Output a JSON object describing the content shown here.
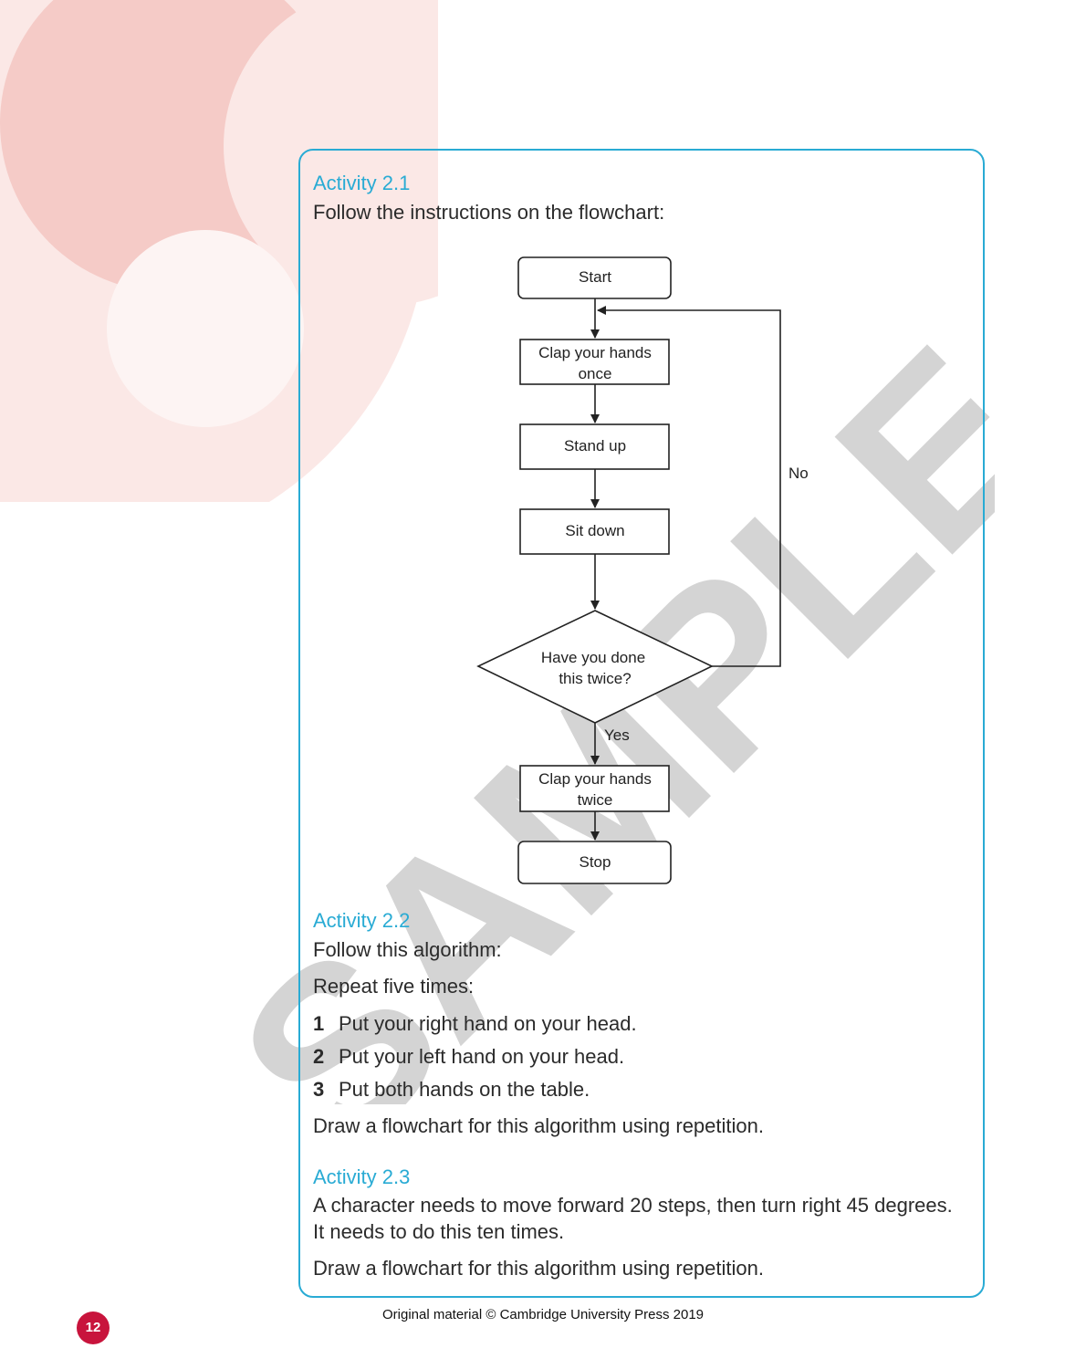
{
  "activities": [
    {
      "title": "Activity 2.1",
      "intro": "Follow the instructions on the flowchart:"
    },
    {
      "title": "Activity 2.2",
      "intro": "Follow this algorithm:",
      "repeat": "Repeat five times:",
      "steps": [
        {
          "num": "1",
          "text": "Put your right hand on your head."
        },
        {
          "num": "2",
          "text": "Put your left hand on your head."
        },
        {
          "num": "3",
          "text": "Put both hands on the table."
        }
      ],
      "task": "Draw a flowchart for this algorithm using repetition."
    },
    {
      "title": "Activity 2.3",
      "line1": "A character needs to move forward 20 steps, then turn right 45 degrees.",
      "line2": "It needs to do this ten times.",
      "task": "Draw a flowchart for this algorithm using repetition."
    }
  ],
  "flowchart": {
    "start": "Start",
    "clap_once": [
      "Clap your hands",
      "once"
    ],
    "stand_up": "Stand up",
    "sit_down": "Sit down",
    "decision": [
      "Have you done",
      "this twice?"
    ],
    "yes": "Yes",
    "no": "No",
    "clap_twice": [
      "Clap your hands",
      "twice"
    ],
    "stop": "Stop"
  },
  "watermark": "SAMPLE",
  "footer": "Original material © Cambridge University Press 2019",
  "page_number": "12",
  "colors": {
    "accent": "#29abd4",
    "badge": "#c8143c",
    "watermark": "#d4d4d4"
  }
}
